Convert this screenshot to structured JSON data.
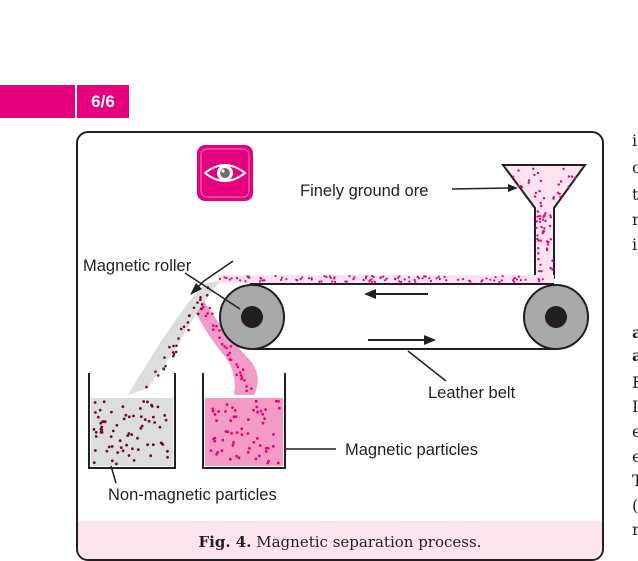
{
  "header": {
    "page_badge": "6/6"
  },
  "figure": {
    "labels": {
      "ore": "Finely ground ore",
      "roller": "Magnetic roller",
      "belt": "Leather belt",
      "magnetic": "Magnetic particles",
      "non_magnetic": "Non-magnetic particles"
    },
    "caption_prefix": "Fig. 4.",
    "caption_text": " Magnetic separation process.",
    "icon": "eye-watch-icon",
    "colors": {
      "accent": "#e5007e",
      "roller_gray": "#a7a9ac",
      "magnetic_fill": "#f49ac7",
      "non_magnetic_fill": "#dcdddf",
      "dot_dark": "#6b0f1f",
      "caption_bg": "#fbe3ef"
    }
  },
  "right_column_fragments": [
    "i",
    "c",
    "t",
    "r",
    "i",
    "a",
    "a",
    "F",
    "I",
    "e",
    "e",
    "T",
    "(",
    "r"
  ]
}
